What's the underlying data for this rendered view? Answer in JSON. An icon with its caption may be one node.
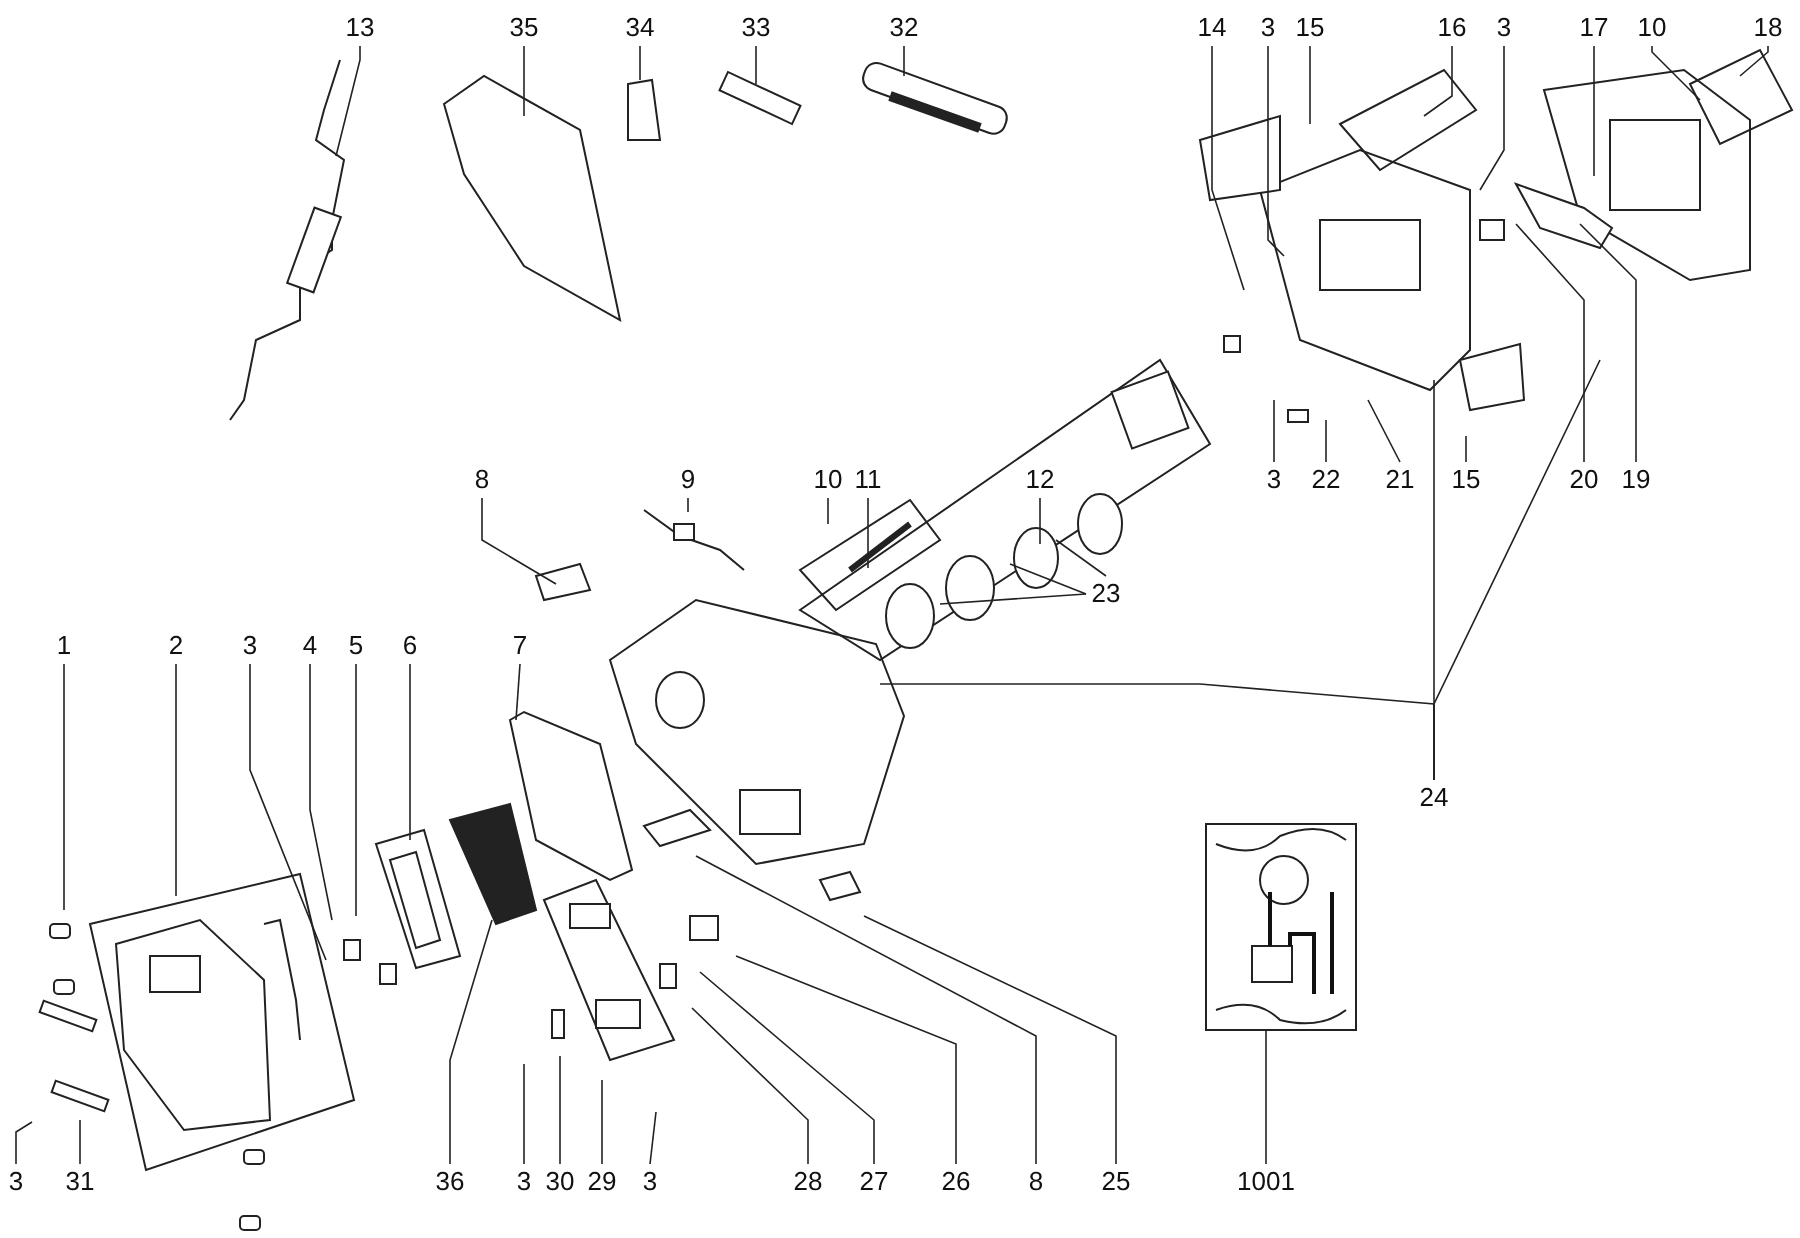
{
  "diagram": {
    "nodes": [
      {
        "text": [
          "13"
        ]
      },
      {
        "text": [
          "35"
        ]
      },
      {
        "text": [
          "34"
        ]
      },
      {
        "text": [
          "33"
        ]
      },
      {
        "text": [
          "32"
        ]
      },
      {
        "text": [
          "14"
        ]
      },
      {
        "text": [
          "3"
        ]
      },
      {
        "text": [
          "15"
        ]
      },
      {
        "text": [
          "16"
        ]
      },
      {
        "text": [
          "3"
        ]
      },
      {
        "text": [
          "17"
        ]
      },
      {
        "text": [
          "10"
        ]
      },
      {
        "text": [
          "18"
        ]
      },
      {
        "text": [
          "8"
        ]
      },
      {
        "text": [
          "9"
        ]
      },
      {
        "text": [
          "10"
        ]
      },
      {
        "text": [
          "11"
        ]
      },
      {
        "text": [
          "12"
        ]
      },
      {
        "text": [
          "3"
        ]
      },
      {
        "text": [
          "22"
        ]
      },
      {
        "text": [
          "21"
        ]
      },
      {
        "text": [
          "15"
        ]
      },
      {
        "text": [
          "20"
        ]
      },
      {
        "text": [
          "19"
        ]
      },
      {
        "text": [
          "23"
        ]
      },
      {
        "text": [
          "1"
        ]
      },
      {
        "text": [
          "2"
        ]
      },
      {
        "text": [
          "3"
        ]
      },
      {
        "text": [
          "4"
        ]
      },
      {
        "text": [
          "5"
        ]
      },
      {
        "text": [
          "6"
        ]
      },
      {
        "text": [
          "7"
        ]
      },
      {
        "text": [
          "24"
        ]
      },
      {
        "text": [
          "3"
        ]
      },
      {
        "text": [
          "31"
        ]
      },
      {
        "text": [
          "36"
        ]
      },
      {
        "text": [
          "3"
        ]
      },
      {
        "text": [
          "30"
        ]
      },
      {
        "text": [
          "29"
        ]
      },
      {
        "text": [
          "3"
        ]
      },
      {
        "text": [
          "28"
        ]
      },
      {
        "text": [
          "27"
        ]
      },
      {
        "text": [
          "26"
        ]
      },
      {
        "text": [
          "8"
        ]
      },
      {
        "text": [
          "25"
        ]
      },
      {
        "text": [
          "1001"
        ]
      }
    ],
    "edges": [
      {
        "from": 0,
        "to": null,
        "arrow": "none"
      },
      {
        "from": 1,
        "to": null,
        "arrow": "none"
      },
      {
        "from": 2,
        "to": null,
        "arrow": "none"
      },
      {
        "from": 3,
        "to": null,
        "arrow": "none"
      },
      {
        "from": 4,
        "to": null,
        "arrow": "none"
      },
      {
        "from": 5,
        "to": null,
        "arrow": "none"
      },
      {
        "from": 6,
        "to": null,
        "arrow": "none"
      },
      {
        "from": 7,
        "to": null,
        "arrow": "none"
      },
      {
        "from": 8,
        "to": null,
        "arrow": "none"
      },
      {
        "from": 9,
        "to": null,
        "arrow": "none"
      },
      {
        "from": 10,
        "to": null,
        "arrow": "none"
      },
      {
        "from": 11,
        "to": null,
        "arrow": "none"
      },
      {
        "from": 12,
        "to": null,
        "arrow": "none"
      },
      {
        "from": 13,
        "to": null,
        "arrow": "none"
      },
      {
        "from": 14,
        "to": null,
        "arrow": "none"
      },
      {
        "from": 15,
        "to": null,
        "arrow": "none"
      },
      {
        "from": 16,
        "to": null,
        "arrow": "none"
      },
      {
        "from": 17,
        "to": null,
        "arrow": "none"
      },
      {
        "from": 18,
        "to": null,
        "arrow": "none"
      },
      {
        "from": 19,
        "to": null,
        "arrow": "none"
      },
      {
        "from": 20,
        "to": null,
        "arrow": "none"
      },
      {
        "from": 21,
        "to": null,
        "arrow": "none"
      },
      {
        "from": 22,
        "to": null,
        "arrow": "none"
      },
      {
        "from": 23,
        "to": null,
        "arrow": "none"
      },
      {
        "from": 24,
        "to": null,
        "arrow": "none"
      },
      {
        "from": 24,
        "to": null,
        "arrow": "none"
      },
      {
        "from": 24,
        "to": null,
        "arrow": "none"
      },
      {
        "from": 25,
        "to": null,
        "arrow": "none"
      },
      {
        "from": 26,
        "to": null,
        "arrow": "none"
      },
      {
        "from": 27,
        "to": null,
        "arrow": "none"
      },
      {
        "from": 28,
        "to": null,
        "arrow": "none"
      },
      {
        "from": 29,
        "to": null,
        "arrow": "none"
      },
      {
        "from": 30,
        "to": null,
        "arrow": "none"
      },
      {
        "from": 31,
        "to": null,
        "arrow": "none"
      },
      {
        "from": 32,
        "to": null,
        "arrow": "none"
      },
      {
        "from": 32,
        "to": null,
        "arrow": "none"
      },
      {
        "from": 32,
        "to": null,
        "arrow": "none"
      },
      {
        "from": 33,
        "to": null,
        "arrow": "none"
      },
      {
        "from": 34,
        "to": null,
        "arrow": "none"
      },
      {
        "from": 35,
        "to": null,
        "arrow": "none"
      },
      {
        "from": 36,
        "to": null,
        "arrow": "none"
      },
      {
        "from": 37,
        "to": null,
        "arrow": "none"
      },
      {
        "from": 38,
        "to": null,
        "arrow": "none"
      },
      {
        "from": 39,
        "to": null,
        "arrow": "none"
      },
      {
        "from": 40,
        "to": null,
        "arrow": "none"
      },
      {
        "from": 41,
        "to": null,
        "arrow": "none"
      },
      {
        "from": 42,
        "to": null,
        "arrow": "none"
      },
      {
        "from": 43,
        "to": null,
        "arrow": "none"
      },
      {
        "from": 44,
        "to": null,
        "arrow": "none"
      },
      {
        "from": 45,
        "to": null,
        "arrow": "none"
      }
    ]
  }
}
